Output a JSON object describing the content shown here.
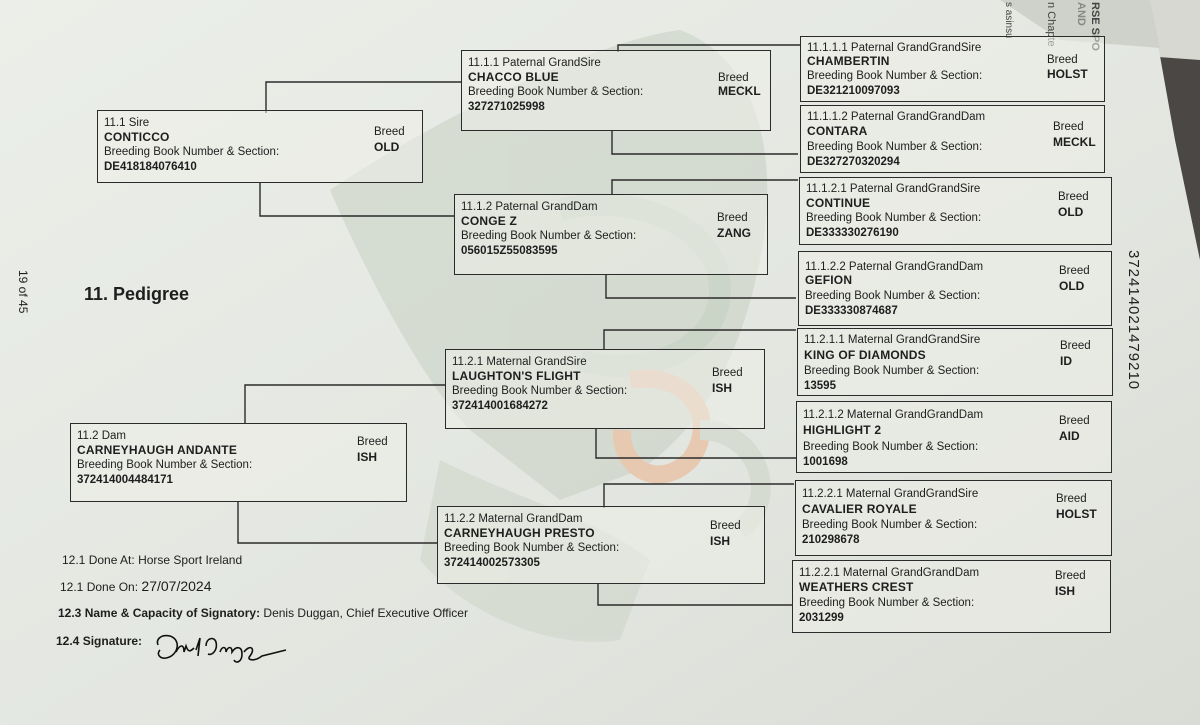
{
  "page_number": "19 of 45",
  "section_title": "11. Pedigree",
  "side_number": "372414021479210",
  "right_page_fragments": [
    "RSE SPO",
    "AND",
    "n Chapte",
    "s asinsu"
  ],
  "breed_label": "Breed",
  "bbn_label": "Breeding Book Number & Section:",
  "sire": {
    "label": "11.1 Sire",
    "name": "CONTICCO",
    "number": "DE418184076410",
    "breed": "OLD"
  },
  "dam": {
    "label": "11.2 Dam",
    "name": "CARNEYHAUGH ANDANTE",
    "number": "372414004484171",
    "breed": "ISH"
  },
  "grandparents": [
    {
      "label": "11.1.1 Paternal GrandSire",
      "name": "CHACCO BLUE",
      "number": "327271025998",
      "breed": "MECKL"
    },
    {
      "label": "11.1.2 Paternal GrandDam",
      "name": "CONGE Z",
      "number": "056015Z55083595",
      "breed": "ZANG"
    },
    {
      "label": "11.2.1 Maternal GrandSire",
      "name": "LAUGHTON'S FLIGHT",
      "number": "372414001684272",
      "breed": "ISH"
    },
    {
      "label": "11.2.2 Maternal GrandDam",
      "name": "CARNEYHAUGH PRESTO",
      "number": "372414002573305",
      "breed": "ISH"
    }
  ],
  "great_grandparents": [
    {
      "label": "11.1.1.1 Paternal GrandGrandSire",
      "name": "CHAMBERTIN",
      "number": "DE321210097093",
      "breed": "HOLST"
    },
    {
      "label": "11.1.1.2 Paternal GrandGrandDam",
      "name": "CONTARA",
      "number": "DE327270320294",
      "breed": "MECKL"
    },
    {
      "label": "11.1.2.1 Paternal GrandGrandSire",
      "name": "CONTINUE",
      "number": "DE333330276190",
      "breed": "OLD"
    },
    {
      "label": "11.1.2.2 Paternal GrandGrandDam",
      "name": "GEFION",
      "number": "DE333330874687",
      "breed": "OLD"
    },
    {
      "label": "11.2.1.1 Maternal GrandGrandSire",
      "name": "KING OF DIAMONDS",
      "number": "13595",
      "breed": "ID"
    },
    {
      "label": "11.2.1.2 Maternal GrandGrandDam",
      "name": "HIGHLIGHT 2",
      "number": "1001698",
      "breed": "AID"
    },
    {
      "label": "11.2.2.1 Maternal GrandGrandSire",
      "name": "CAVALIER ROYALE",
      "number": "210298678",
      "breed": "HOLST"
    },
    {
      "label": "11.2.2.1 Maternal GrandGrandDam",
      "name": "WEATHERS CREST",
      "number": "2031299",
      "breed": "ISH"
    }
  ],
  "footer": {
    "done_at_label": "12.1 Done At:",
    "done_at": "Horse Sport Ireland",
    "done_on_label": "12.1 Done On:",
    "done_on": "27/07/2024",
    "signatory_label": "12.3 Name & Capacity of Signatory:",
    "signatory": "Denis Duggan, Chief Executive Officer",
    "signature_label": "12.4 Signature:"
  },
  "colors": {
    "paper": "#e6e9e3",
    "ink": "#1e1e1e",
    "watermark_green": "#c9d2c4",
    "watermark_orange": "#e8a070"
  }
}
